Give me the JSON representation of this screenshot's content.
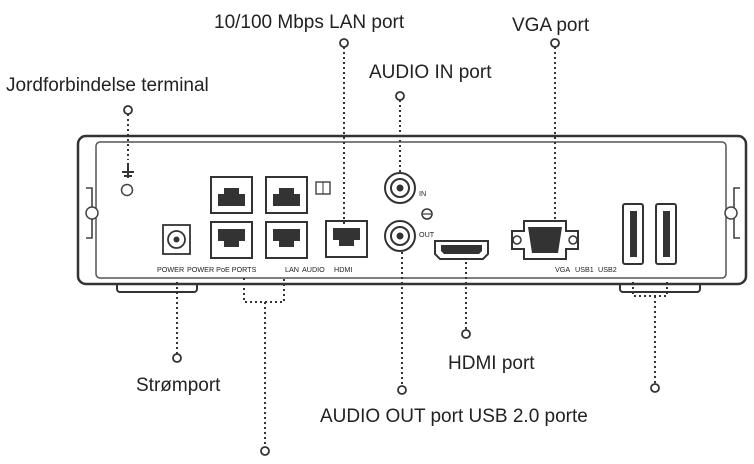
{
  "callouts": {
    "lan": "10/100 Mbps LAN port",
    "vga": "VGA port",
    "ground": "Jordforbindelse terminal",
    "audio_in": "AUDIO IN port",
    "power": "Strømport",
    "hdmi": "HDMI port",
    "audio_out_usb": "AUDIO OUT port USB 2.0 porte"
  },
  "panel_labels": {
    "power": "POWER",
    "poe_ports": "POWER PoE  PORTS",
    "lan": "LAN",
    "audio": "AUDIO",
    "hdmi": "HDMI",
    "vga": "VGA",
    "usb1": "USB1",
    "usb2": "USB2",
    "in": "IN",
    "out": "OUT"
  }
}
